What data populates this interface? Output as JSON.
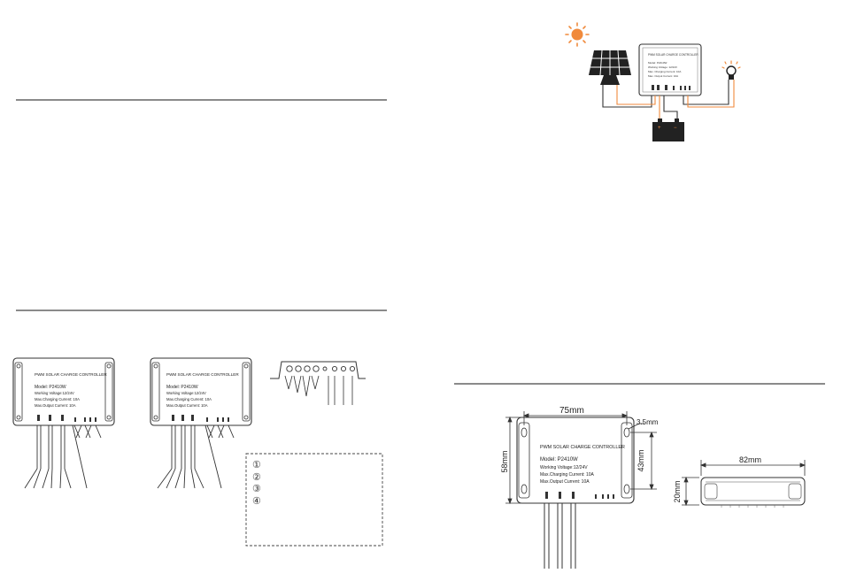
{
  "controller": {
    "title": "PWM SOLAR CHARGE CONTROLLER",
    "model": "Model: P2410W",
    "model_variant": "Model: P2410W",
    "voltage": "Working Voltage:12/24V",
    "charging": "Max.Charging Current: 10A",
    "output": "Max.Output Current: 10A"
  },
  "legend": {
    "markers": [
      "①",
      "②",
      "③",
      "④"
    ]
  },
  "dimensions": {
    "width_front": "75mm",
    "hole": "3.5mm",
    "height_outer": "58mm",
    "height_inner": "43mm",
    "width_side": "82mm",
    "depth_side": "20mm"
  },
  "colors": {
    "accent": "#f08a3c",
    "line": "#333333",
    "rule": "#444444"
  }
}
